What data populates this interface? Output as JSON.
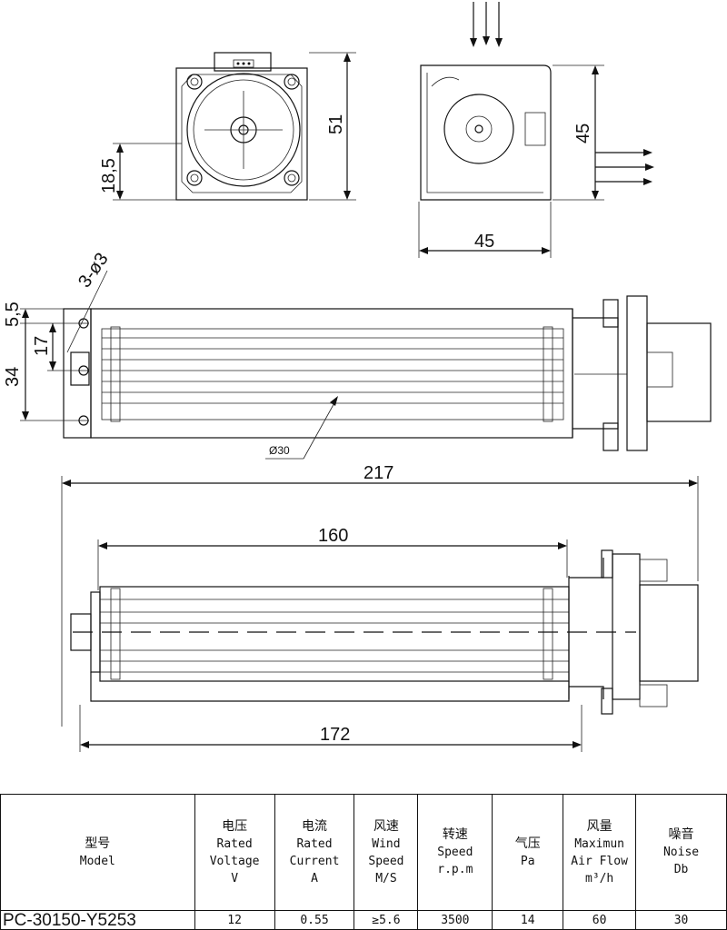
{
  "dimensions": {
    "top_left_height": "51",
    "top_left_offset": "18,5",
    "top_right_height": "45",
    "top_right_width": "45",
    "side_slot": "5,5",
    "side_hole": "3-ø3",
    "side_hole_spacing": "17",
    "side_height": "34",
    "impeller_diameter": "Ø30",
    "overall_length": "217",
    "impeller_length": "160",
    "body_length": "172"
  },
  "table": {
    "headers": [
      {
        "cn": "型号",
        "en": [
          "Model"
        ]
      },
      {
        "cn": "电压",
        "en": [
          "Rated",
          "Voltage",
          "V"
        ]
      },
      {
        "cn": "电流",
        "en": [
          "Rated",
          "Current",
          "A"
        ]
      },
      {
        "cn": "风速",
        "en": [
          "Wind",
          "Speed",
          "M/S"
        ]
      },
      {
        "cn": "转速",
        "en": [
          "Speed",
          "r.p.m"
        ]
      },
      {
        "cn": "气压",
        "en": [
          "Pa"
        ]
      },
      {
        "cn": "风量",
        "en": [
          "Maximun",
          "Air Flow",
          "m³/h"
        ]
      },
      {
        "cn": "噪音",
        "en": [
          "Noise",
          "Db"
        ]
      }
    ],
    "row": [
      "PC-30150-Y5253",
      "12",
      "0.55",
      "≥5.6",
      "3500",
      "14",
      "60",
      "30"
    ]
  }
}
